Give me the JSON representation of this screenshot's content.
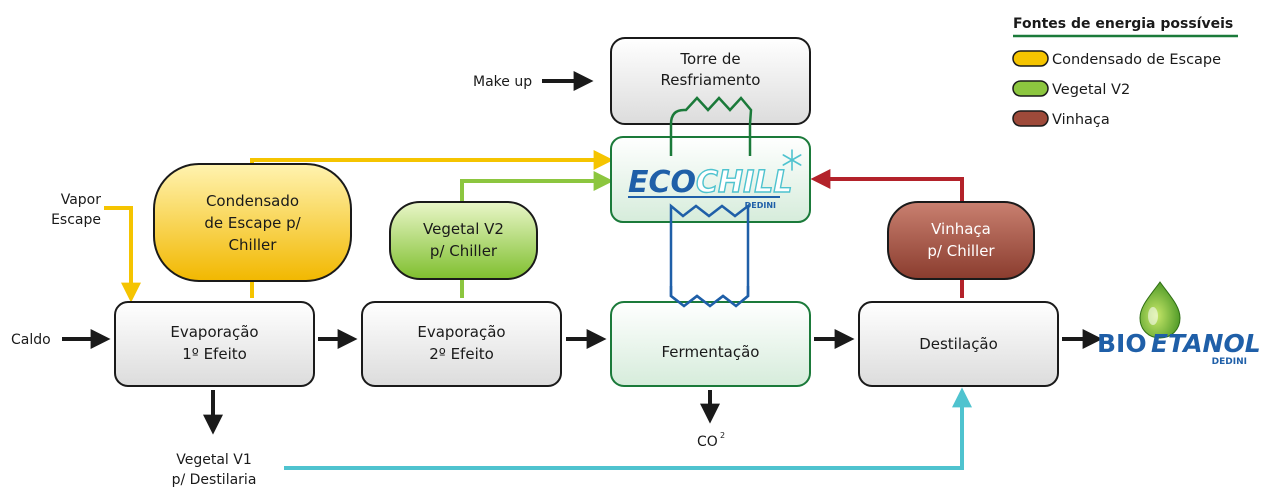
{
  "legend": {
    "title": "Fontes de energia possíveis",
    "items": [
      {
        "label": "Condensado de Escape",
        "color": "#f5c400"
      },
      {
        "label": "Vegetal V2",
        "color": "#8cc63f"
      },
      {
        "label": "Vinhaça",
        "color": "#9e4a3a"
      }
    ]
  },
  "inputs": {
    "make_up": "Make up",
    "caldo": "Caldo",
    "vapor_escape": [
      "Vapor",
      "Escape"
    ]
  },
  "processes": {
    "torre": [
      "Torre de",
      "Resfriamento"
    ],
    "evap1": [
      "Evaporação",
      "1º Efeito"
    ],
    "evap2": [
      "Evaporação",
      "2º Efeito"
    ],
    "fermentacao": "Fermentação",
    "destilacao": "Destilação"
  },
  "sources": {
    "condensado": [
      "Condensado",
      "de Escape p/",
      "Chiller"
    ],
    "vegetal_v2": [
      "Vegetal V2",
      "p/ Chiller"
    ],
    "vinhaca": [
      "Vinhaça",
      "p/ Chiller"
    ]
  },
  "outputs": {
    "co2": "CO",
    "co2_sub": "2",
    "vegetal_v1": [
      "Vegetal V1",
      "p/ Destilaria"
    ]
  },
  "ecochill": {
    "eco": "ECO",
    "chill": "CHILL",
    "brand": "DEDINI"
  },
  "bioetanol": {
    "bio": "BIO",
    "etanol": "ETANOL",
    "brand": "DEDINI"
  },
  "colors": {
    "yellow": "#f5c400",
    "green": "#8cc63f",
    "red": "#b3222a",
    "teal": "#4fc3cf",
    "dark_green": "#1b7a3a",
    "blue": "#1f5fa8",
    "arrow": "#1a1a1a"
  }
}
